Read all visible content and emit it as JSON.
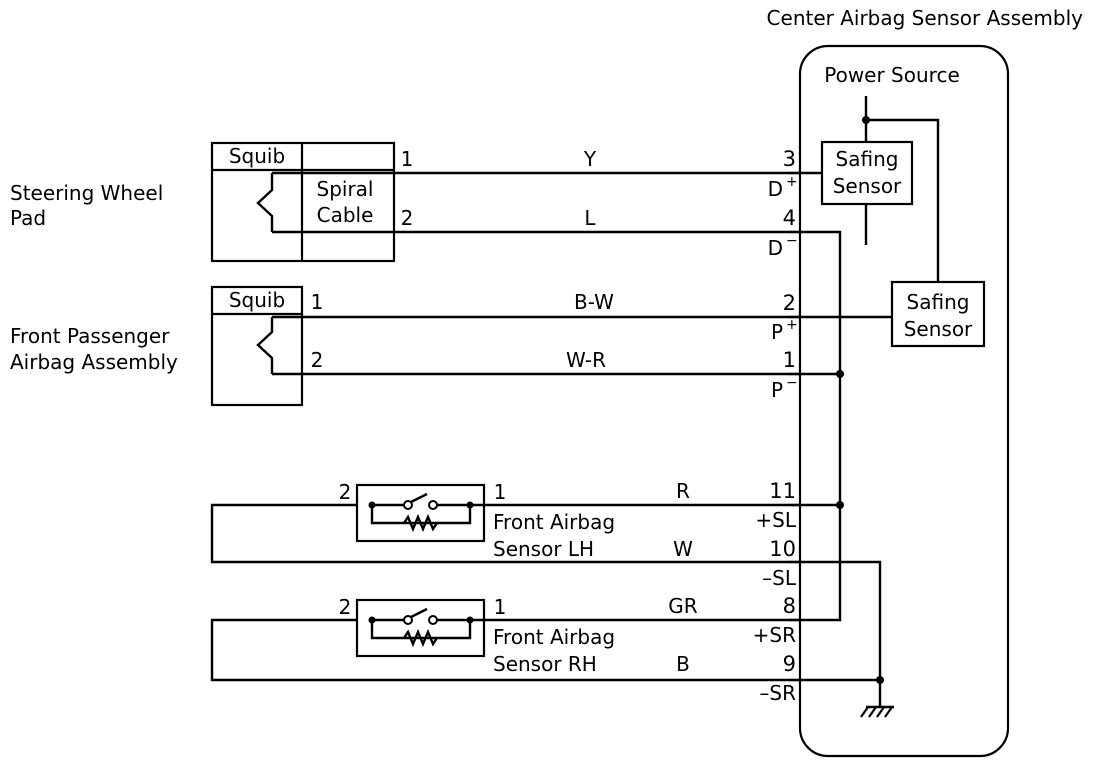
{
  "assembly": {
    "title": "Center Airbag Sensor Assembly",
    "power_source": "Power Source",
    "safing_sensor_1": [
      "Safing",
      "Sensor"
    ],
    "safing_sensor_2": [
      "Safing",
      "Sensor"
    ]
  },
  "steering_wheel_pad": {
    "label": [
      "Steering Wheel",
      "Pad"
    ],
    "squib": "Squib",
    "spiral_cable": [
      "Spiral",
      "Cable"
    ]
  },
  "front_passenger": {
    "label": [
      "Front Passenger",
      "Airbag Assembly"
    ],
    "squib": "Squib"
  },
  "sensor_lh": {
    "label": [
      "Front Airbag",
      "Sensor LH"
    ],
    "pin_left": "2",
    "pin_right": "1"
  },
  "sensor_rh": {
    "label": [
      "Front Airbag",
      "Sensor RH"
    ],
    "pin_left": "2",
    "pin_right": "1"
  },
  "circuits": [
    {
      "id": "d-plus",
      "left_pin": "1",
      "color": "Y",
      "terminal_no": "3",
      "terminal": "D",
      "sign": "+"
    },
    {
      "id": "d-minus",
      "left_pin": "2",
      "color": "L",
      "terminal_no": "4",
      "terminal": "D",
      "sign": "−"
    },
    {
      "id": "p-plus",
      "left_pin": "1",
      "color": "B-W",
      "terminal_no": "2",
      "terminal": "P",
      "sign": "+"
    },
    {
      "id": "p-minus",
      "left_pin": "2",
      "color": "W-R",
      "terminal_no": "1",
      "terminal": "P",
      "sign": "−"
    },
    {
      "id": "sl-plus",
      "color": "R",
      "terminal_no": "11",
      "terminal": "+SL"
    },
    {
      "id": "sl-minus",
      "color": "W",
      "terminal_no": "10",
      "terminal": "–SL"
    },
    {
      "id": "sr-plus",
      "color": "GR",
      "terminal_no": "8",
      "terminal": "+SR"
    },
    {
      "id": "sr-minus",
      "color": "B",
      "terminal_no": "9",
      "terminal": "–SR"
    }
  ]
}
